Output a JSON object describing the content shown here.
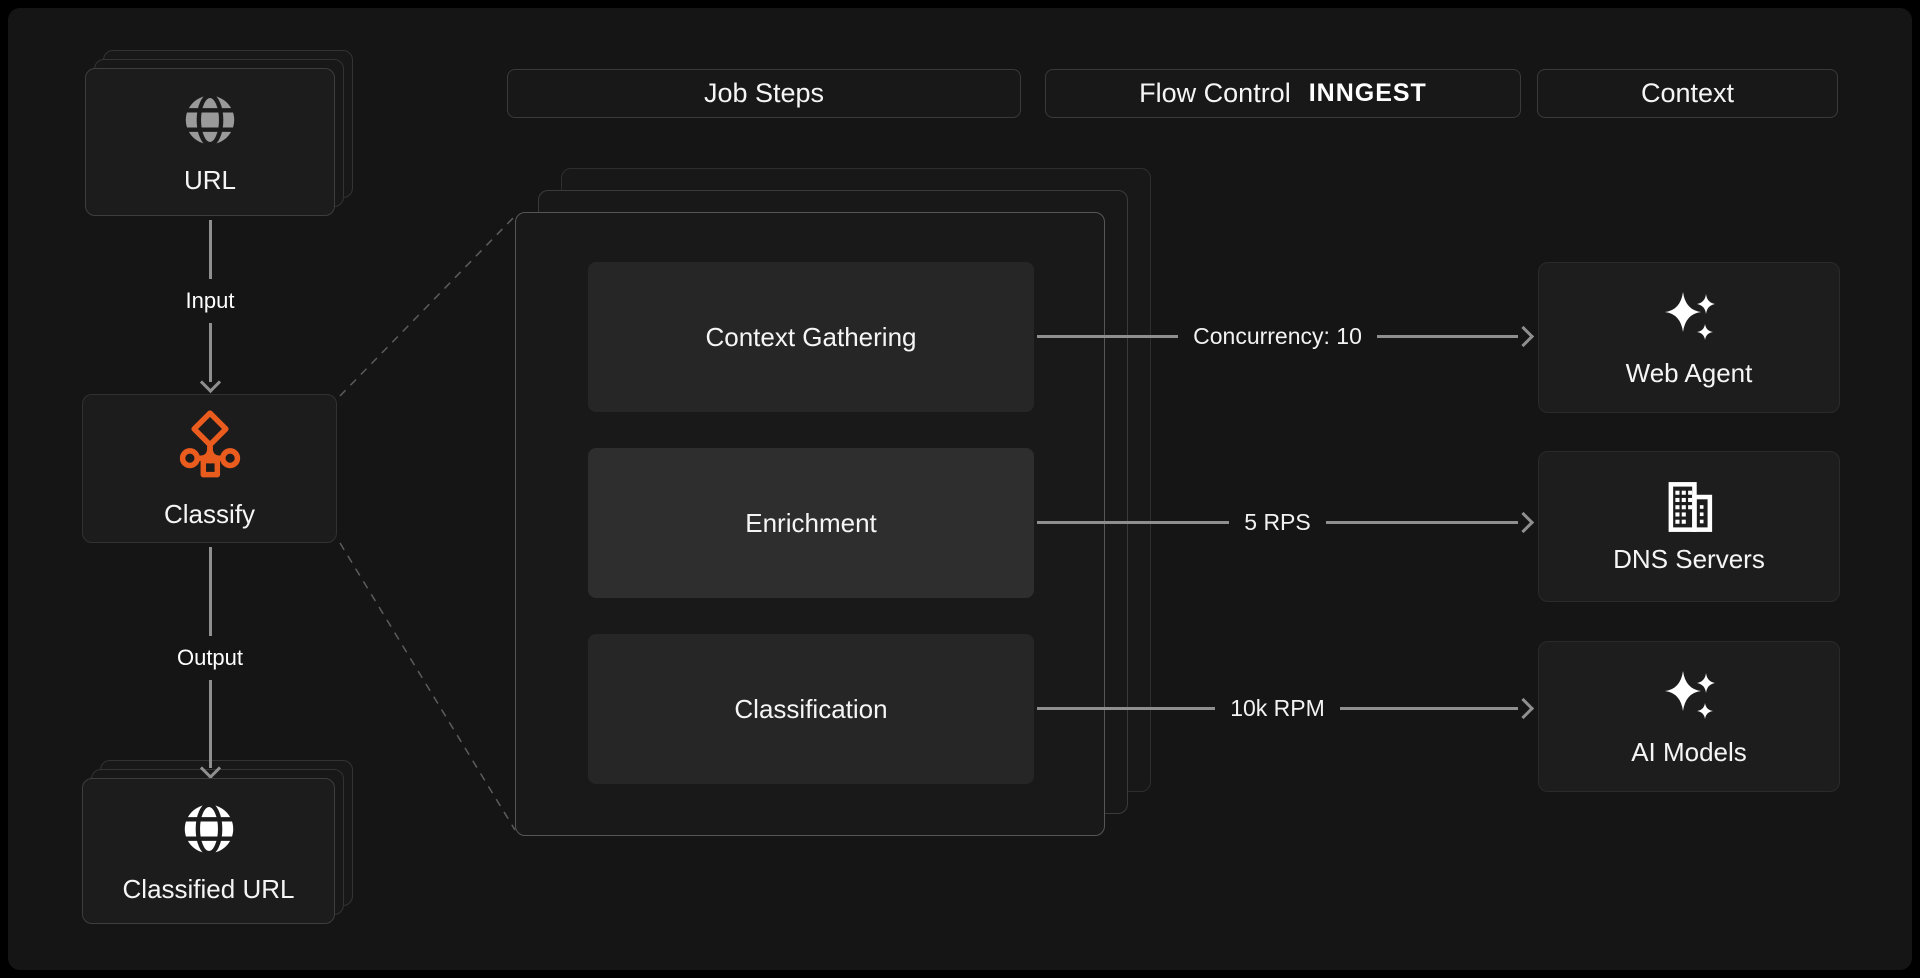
{
  "colors": {
    "background": "#151515",
    "frame": "#000000",
    "card_bg": "#1c1c1c",
    "panel_bg": "#191919",
    "step_bg": "#262626",
    "step_highlight_bg": "#2e2e2e",
    "accent_orange": "#EA5B1E",
    "line_gray": "#8f8f8f",
    "dashed_gray": "#5c5c5c",
    "text_primary": "#f5f5f5",
    "muted_icon": "#9a9a9a"
  },
  "headers": {
    "job_steps": "Job Steps",
    "flow_control": "Flow Control",
    "flow_control_logo": "INNGEST",
    "context": "Context"
  },
  "pipeline": {
    "input_card": {
      "label": "URL",
      "icon": "globe-icon"
    },
    "input_edge_label": "Input",
    "classify_card": {
      "label": "Classify",
      "icon": "classify-flow-icon"
    },
    "output_edge_label": "Output",
    "output_card": {
      "label": "Classified URL",
      "icon": "globe-icon"
    }
  },
  "job_steps": [
    {
      "label": "Context Gathering",
      "highlighted": false
    },
    {
      "label": "Enrichment",
      "highlighted": true
    },
    {
      "label": "Classification",
      "highlighted": false
    }
  ],
  "flow_controls": [
    {
      "label": "Concurrency: 10"
    },
    {
      "label": "5 RPS"
    },
    {
      "label": "10k RPM"
    }
  ],
  "context_nodes": [
    {
      "label": "Web Agent",
      "icon": "sparkles-icon"
    },
    {
      "label": "DNS Servers",
      "icon": "buildings-icon"
    },
    {
      "label": "AI Models",
      "icon": "sparkles-icon"
    }
  ]
}
